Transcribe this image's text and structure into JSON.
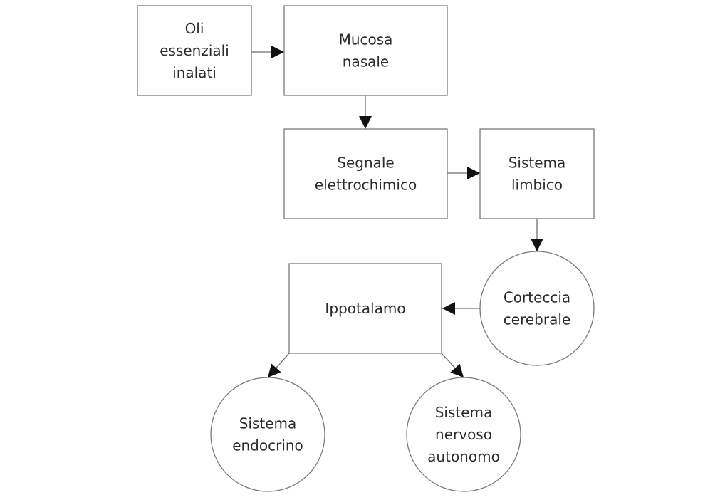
{
  "diagram": {
    "type": "flowchart",
    "language": "Italian",
    "colors": {
      "stroke": "#7a7a7a",
      "text": "#2b2b2b",
      "arrowhead": "#111111",
      "background": "#ffffff"
    },
    "nodes": [
      {
        "id": "oli",
        "shape": "rect",
        "lines": [
          "Oli",
          "essenziali",
          "inalati"
        ]
      },
      {
        "id": "mucosa",
        "shape": "rect",
        "lines": [
          "Mucosa",
          "nasale"
        ]
      },
      {
        "id": "segnale",
        "shape": "rect",
        "lines": [
          "Segnale",
          "elettrochimico"
        ]
      },
      {
        "id": "limbico",
        "shape": "rect",
        "lines": [
          "Sistema",
          "limbico"
        ]
      },
      {
        "id": "corteccia",
        "shape": "circle",
        "lines": [
          "Corteccia",
          "cerebrale"
        ]
      },
      {
        "id": "ippotalamo",
        "shape": "rect",
        "lines": [
          "Ippotalamo"
        ]
      },
      {
        "id": "endocrino",
        "shape": "circle",
        "lines": [
          "Sistema",
          "endocrino"
        ]
      },
      {
        "id": "nervoso",
        "shape": "circle",
        "lines": [
          "Sistema",
          "nervoso",
          "autonomo"
        ]
      }
    ],
    "edges": [
      {
        "from": "oli",
        "to": "mucosa"
      },
      {
        "from": "mucosa",
        "to": "segnale"
      },
      {
        "from": "segnale",
        "to": "limbico"
      },
      {
        "from": "limbico",
        "to": "corteccia"
      },
      {
        "from": "corteccia",
        "to": "ippotalamo"
      },
      {
        "from": "ippotalamo",
        "to": "endocrino"
      },
      {
        "from": "ippotalamo",
        "to": "nervoso"
      }
    ]
  }
}
